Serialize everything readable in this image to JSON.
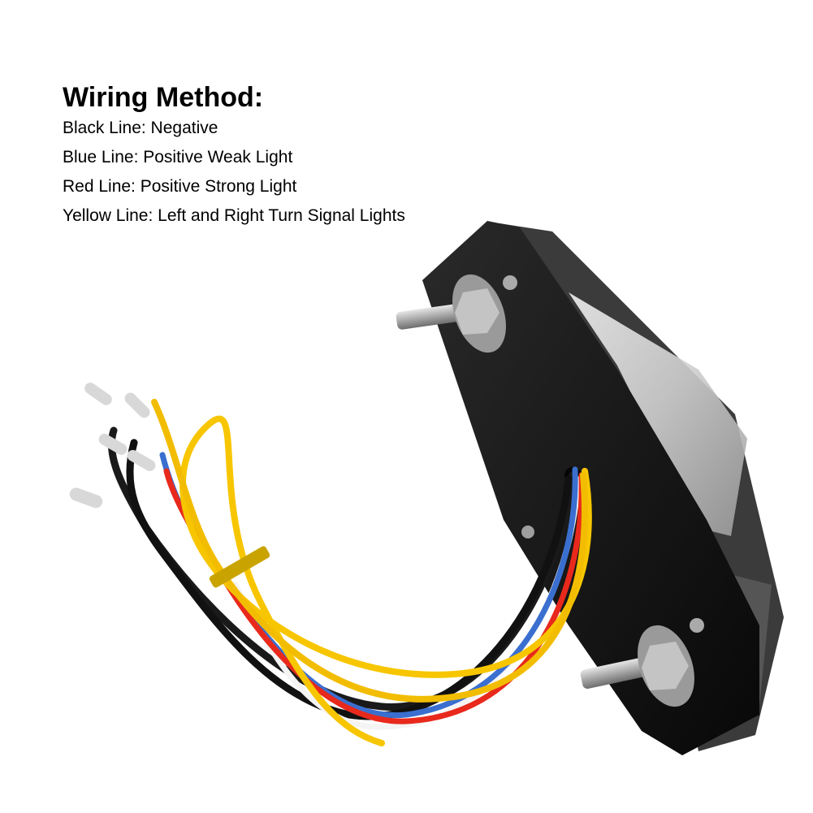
{
  "heading": "Wiring Method:",
  "lines": [
    "Black Line: Negative",
    "Blue Line: Positive Weak Light",
    "Red Line: Positive Strong Light",
    "Yellow Line: Left and Right Turn Signal Lights"
  ],
  "colors": {
    "housing": "#151515",
    "lens": "#d9d9d9",
    "wire_black": "#1a1a1a",
    "wire_blue": "#3a6fd0",
    "wire_red": "#e8291c",
    "wire_yellow": "#f7c600",
    "wire_white": "#f4f4f4",
    "bolt": "#b8b8b8",
    "tie": "#c9a400"
  }
}
